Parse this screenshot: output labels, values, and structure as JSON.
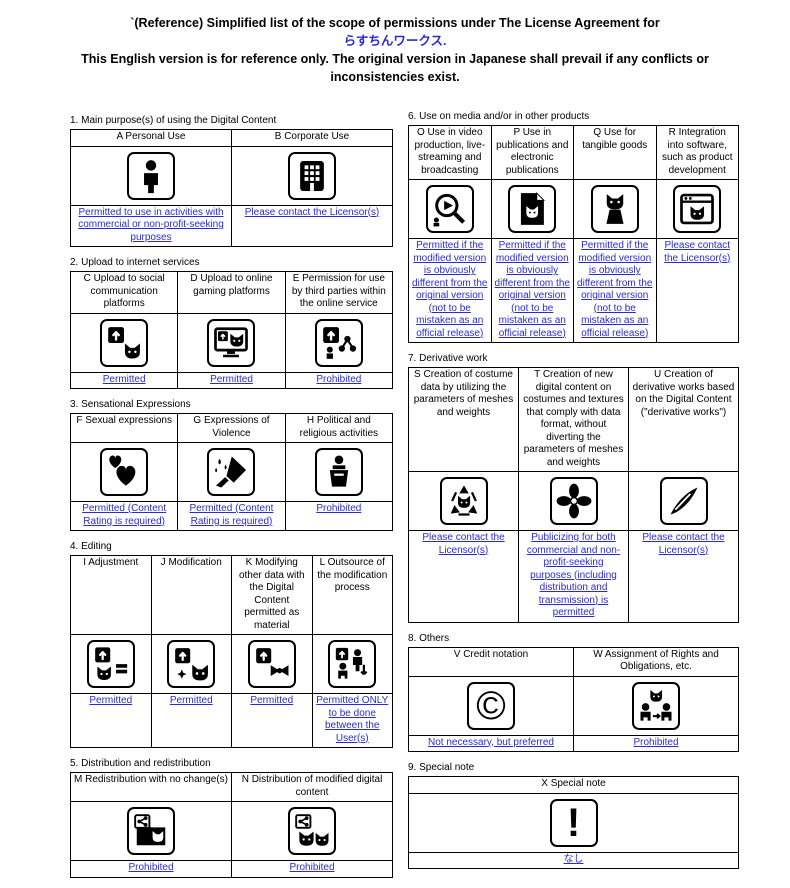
{
  "header": {
    "line1": "`(Reference) Simplified list of the scope of permissions under The License Agreement for",
    "line2": "らすちんワークス.",
    "line3": "This English version is for reference only. The original version in Japanese shall prevail if any conflicts or inconsistencies exist."
  },
  "colors": {
    "result_text": "#2b2bd5",
    "border": "#000000"
  },
  "sections": [
    {
      "title": "1. Main purpose(s) of using the Digital Content",
      "cols": [
        {
          "header": "A Personal Use",
          "icon": "person",
          "result": "Permitted to use in activities with commercial or non-profit-seeking purposes"
        },
        {
          "header": "B  Corporate Use",
          "icon": "building",
          "result": "Please contact the Licensor(s)"
        }
      ]
    },
    {
      "title": "2. Upload to internet services",
      "cols": [
        {
          "header": "C Upload to social communication platforms",
          "icon": "upload-social",
          "result": "Permitted"
        },
        {
          "header": "D Upload to online gaming platforms",
          "icon": "upload-gaming",
          "result": "Permitted"
        },
        {
          "header": "E Permission for use by third parties within the online service",
          "icon": "third-party",
          "result": "Prohibited"
        }
      ]
    },
    {
      "title": "3. Sensational Expressions",
      "cols": [
        {
          "header": "F Sexual expressions",
          "icon": "hearts",
          "result": "Permitted (Content Rating is required)"
        },
        {
          "header": "G Expressions of Violence",
          "icon": "knife",
          "result": "Permitted (Content Rating is required)"
        },
        {
          "header": "H Political and religious activities",
          "icon": "podium",
          "result": "Prohibited"
        }
      ]
    },
    {
      "title": "4. Editing",
      "cols": [
        {
          "header": "I Adjustment",
          "icon": "adjust",
          "result": "Permitted"
        },
        {
          "header": "J Modification",
          "icon": "modify",
          "result": "Permitted"
        },
        {
          "header": "K Modifying other data with the Digital Content permitted as material",
          "icon": "modify-material",
          "result": "Permitted"
        },
        {
          "header": "L Outsource of the modification process",
          "icon": "outsource",
          "result": "Permitted ONLY to be done between the User(s)"
        }
      ]
    },
    {
      "title": "5. Distribution and redistribution",
      "cols": [
        {
          "header": "M Redistribution with no change(s)",
          "icon": "redistribute",
          "result": "Prohibited"
        },
        {
          "header": "N Distribution of modified digital content",
          "icon": "distribute-modified",
          "result": "Prohibited"
        }
      ]
    },
    {
      "title": "6. Use on media and/or in other products",
      "cols": [
        {
          "header": "O Use in video production, live-streaming and broadcasting",
          "icon": "video",
          "result": "Permitted if the modified version is obviously different from the original version (not to be mistaken as an official release)"
        },
        {
          "header": "P Use in publications and electronic publications",
          "icon": "publication",
          "result": "Permitted if the modified version is obviously different from the original version (not to be mistaken as an official release)"
        },
        {
          "header": "Q Use for tangible goods",
          "icon": "tangible",
          "result": "Permitted if the modified version is obviously different from the original version (not to be mistaken as an official release)"
        },
        {
          "header": "R Integration into software, such as product development",
          "icon": "software",
          "result": "Please contact the Licensor(s)"
        }
      ]
    },
    {
      "title": "7. Derivative work",
      "cols": [
        {
          "header": "S Creation of costume data by utilizing the parameters of meshes and weights",
          "icon": "costume-data",
          "result": "Please contact the Licensor(s)"
        },
        {
          "header": "T Creation of new digital content on costumes and textures that comply with data format, without diverting the parameters of meshes and weights",
          "icon": "new-content",
          "result": "Publicizing for both commercial and non-profit-seeking purposes (including distribution and transmission) is permitted"
        },
        {
          "header": "U Creation of derivative works based on the Digital Content (\"derivative works\")",
          "icon": "pen",
          "result": "Please contact the Licensor(s)"
        }
      ]
    },
    {
      "title": "8. Others",
      "cols": [
        {
          "header": "V Credit notation",
          "icon": "copyright",
          "result": "Not necessary, but preferred"
        },
        {
          "header": "W Assignment of Rights and Obligations, etc.",
          "icon": "assignment",
          "result": "Prohibited"
        }
      ]
    },
    {
      "title": "9. Special note",
      "cols": [
        {
          "header": "X Special note",
          "icon": "exclamation",
          "result": "なし"
        }
      ]
    }
  ]
}
